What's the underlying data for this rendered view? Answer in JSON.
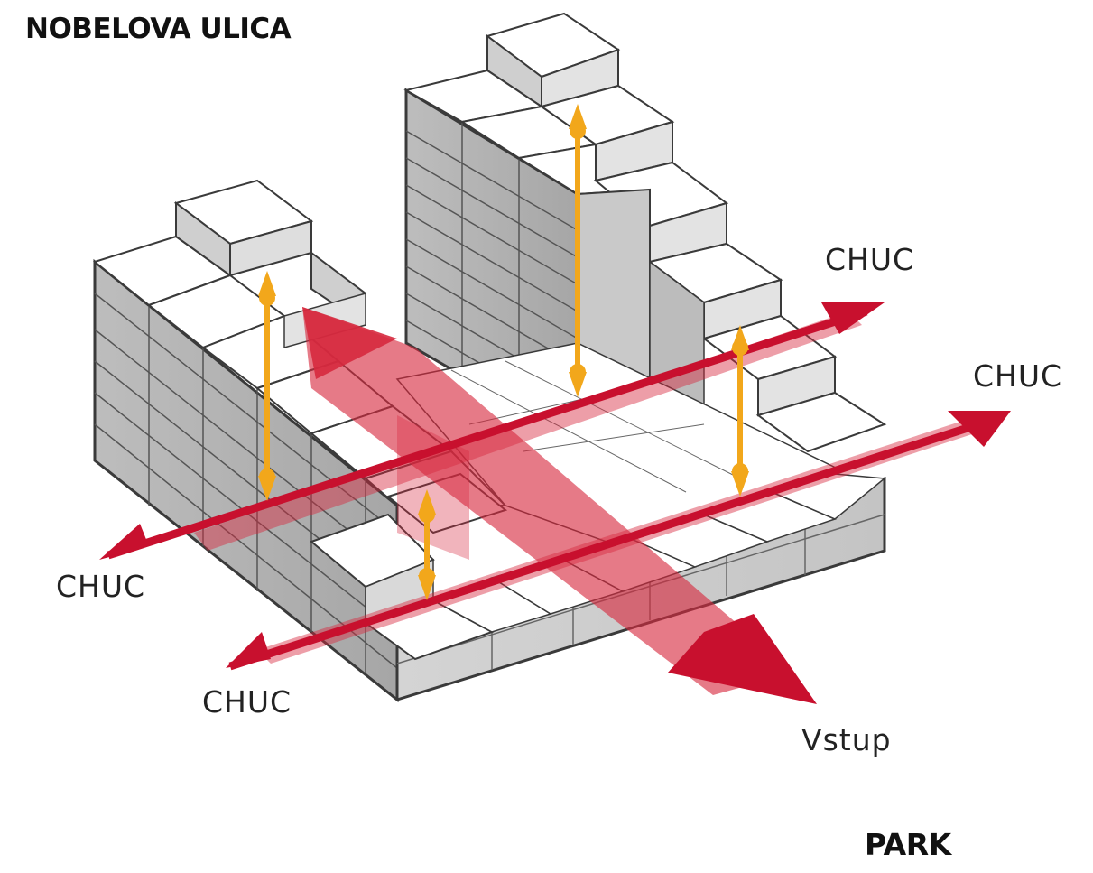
{
  "labels": {
    "street": "NOBELOVA ULICA",
    "park": "PARK",
    "entry": "Vstup",
    "corridor_top_right": "CHUC",
    "corridor_right": "CHUC",
    "corridor_left": "CHUC",
    "corridor_bottom_left": "CHUC"
  },
  "colors": {
    "red_arrow": "#c8102e",
    "red_overlay": "#d6293e",
    "vertical_arrow": "#f2a71b",
    "block_top": "#ffffff",
    "block_side_light": "#d9d9d9",
    "block_side_dark": "#a8a8a8",
    "outline": "#3a3a3a"
  }
}
